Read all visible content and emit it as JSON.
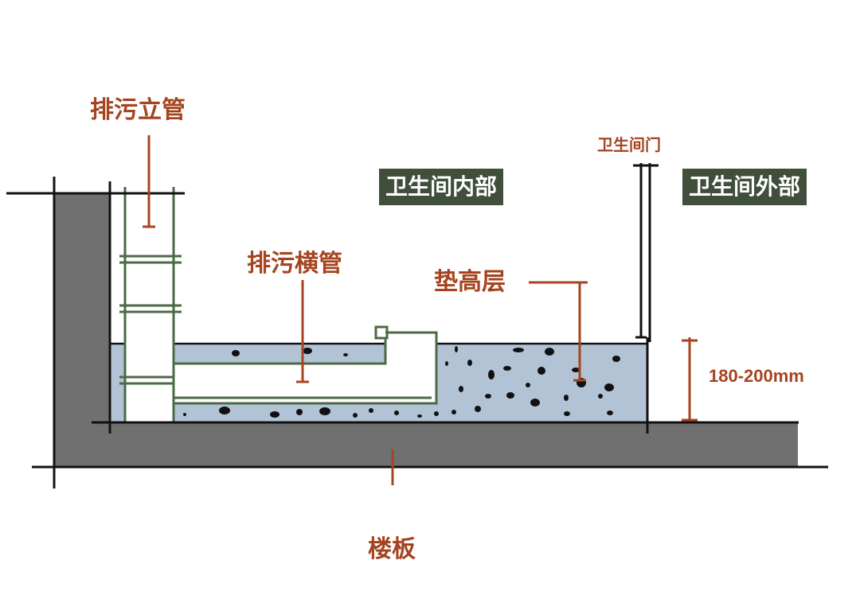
{
  "labels": {
    "vertical_drain_pipe": "排污立管",
    "horizontal_drain_pipe": "排污横管",
    "raised_layer": "垫高层",
    "floor_slab": "楼板",
    "bathroom_door": "卫生间门",
    "bathroom_inside": "卫生间内部",
    "bathroom_outside": "卫生间外部",
    "height_range": "180-200mm"
  },
  "colors": {
    "label_red": "#a5441f",
    "label_box_bg": "#3f4f3b",
    "concrete_gray": "#707070",
    "fill_blue": "#b3c3d6",
    "pipe_green": "#4b6a45",
    "line_black": "#111111"
  }
}
